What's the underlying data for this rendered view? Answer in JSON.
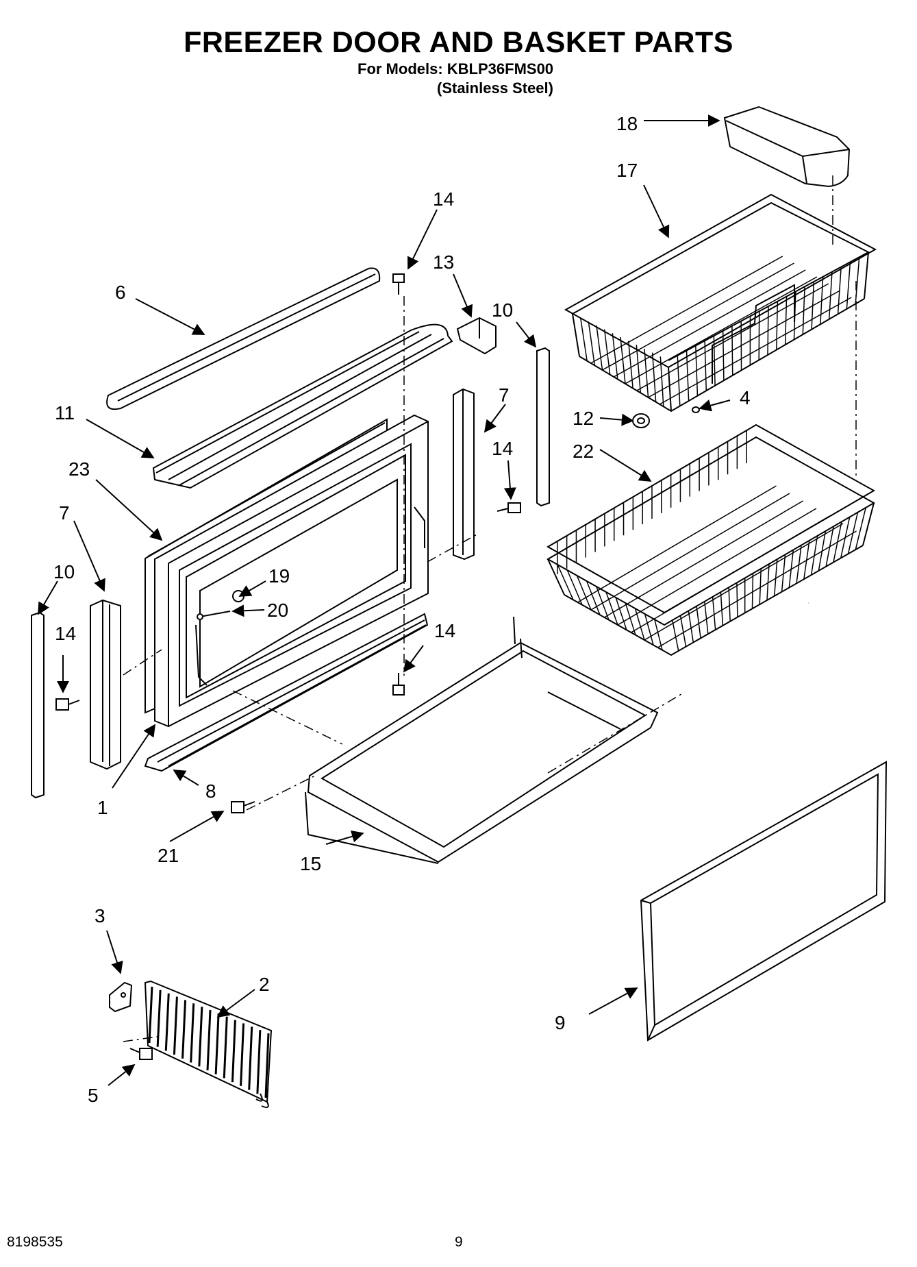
{
  "header": {
    "title": "FREEZER DOOR AND BASKET PARTS",
    "models_line": "For Models: KBLP36FMS00",
    "finish_line": "(Stainless Steel)"
  },
  "callouts": [
    "1",
    "2",
    "3",
    "4",
    "5",
    "6",
    "7",
    "7",
    "8",
    "9",
    "10",
    "10",
    "11",
    "12",
    "13",
    "14",
    "14",
    "14",
    "14",
    "15",
    "17",
    "18",
    "19",
    "20",
    "21",
    "22",
    "23"
  ],
  "footer": {
    "doc_number": "8198535",
    "page_number": "9"
  }
}
